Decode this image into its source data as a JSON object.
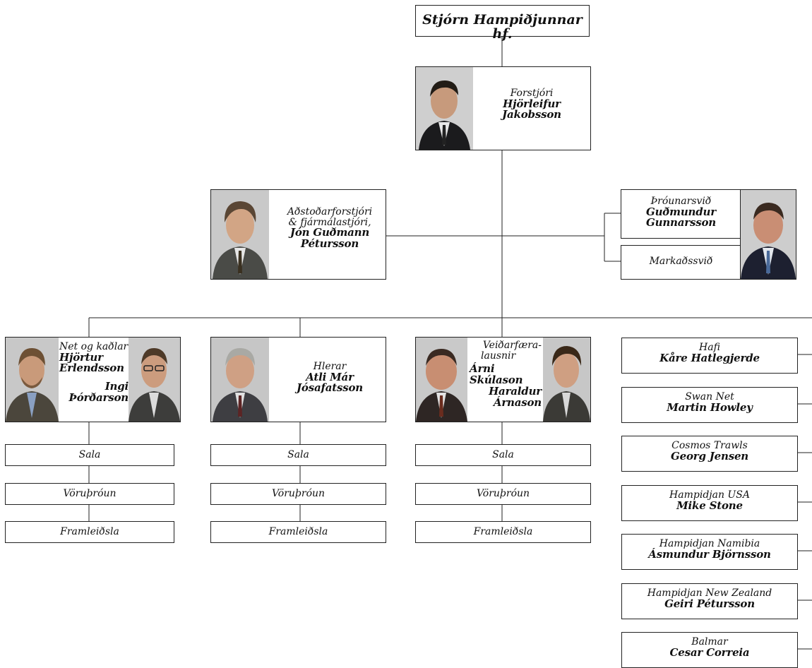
{
  "board": {
    "title": "Stjórn Hampiðjunnar hf."
  },
  "ceo": {
    "role": "Forstjóri",
    "name_1": "Hjörleifur",
    "name_2": "Jakobsson"
  },
  "deputy": {
    "role_1": "Aðstoðarforstjóri",
    "role_2": "& fjármálastjóri,",
    "name_1": "Jón Guðmann",
    "name_2": "Pétursson"
  },
  "development": {
    "role": "Þróunarsvið",
    "name_1": "Guðmundur",
    "name_2": "Gunnarsson"
  },
  "marketing": {
    "role": "Markaðssvið"
  },
  "net_rope": {
    "role": "Net og kaðlar",
    "name_a1": "Hjörtur",
    "name_a2": "Erlendsson",
    "name_b1": "Ingi",
    "name_b2": "Þórðarson"
  },
  "doors": {
    "role": "Hlerar",
    "name_1": "Atli Már",
    "name_2": "Jósafatsson"
  },
  "gear": {
    "role_1": "Veiðarfæra-",
    "role_2": "lausnir",
    "name_a1": "Árni",
    "name_a2": "Skúlason",
    "name_b1": "Haraldur",
    "name_b2": "Árnason"
  },
  "sub_units": {
    "sales": "Sala",
    "product_dev": "Vöruþróun",
    "production": "Framleiðsla"
  },
  "subsidiaries": [
    {
      "company": "Hafi",
      "person": "Kåre Hatlegjerde"
    },
    {
      "company": "Swan Net",
      "person": "Martin Howley"
    },
    {
      "company": "Cosmos Trawls",
      "person": "Georg Jensen"
    },
    {
      "company": "Hampidjan USA",
      "person": "Mike Stone"
    },
    {
      "company": "Hampidjan Namibia",
      "person": "Ásmundur Björnsson"
    },
    {
      "company": "Hampidjan New Zealand",
      "person": "Geiri Pétursson"
    },
    {
      "company": "Balmar",
      "person": "Cesar Correia"
    }
  ]
}
